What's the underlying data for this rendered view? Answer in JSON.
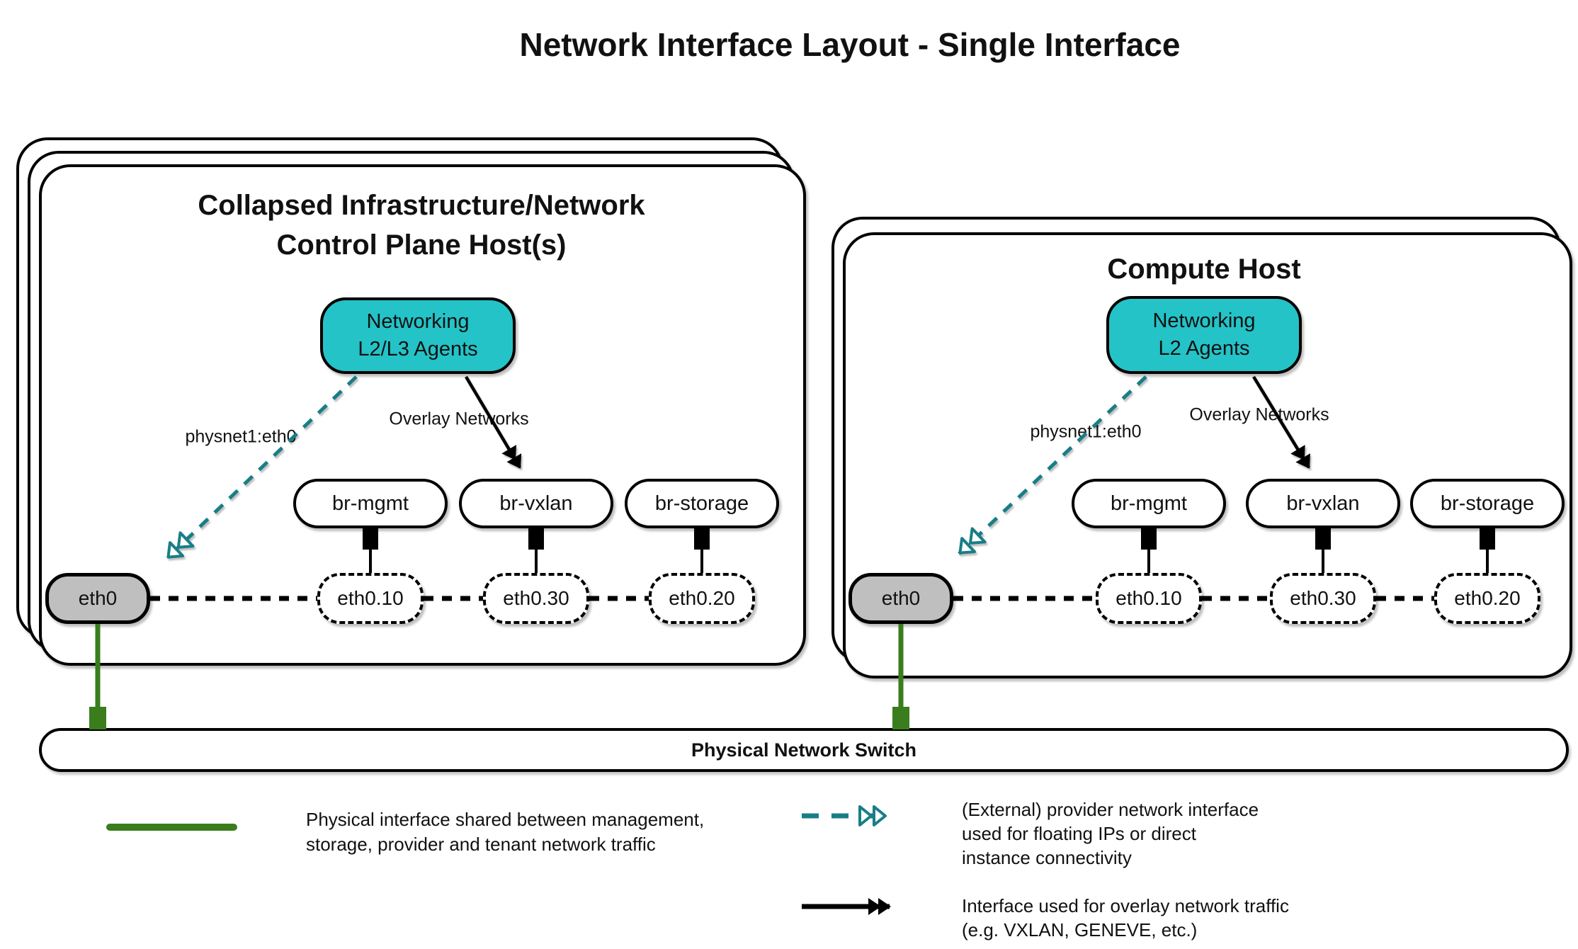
{
  "title": "Network Interface Layout - Single Interface",
  "hosts": [
    {
      "title_lines": [
        "Collapsed Infrastructure/Network",
        "Control Plane Host(s)"
      ],
      "agent_lines": [
        "Networking",
        "L2/L3 Agents"
      ],
      "provider_label": "physnet1:eth0",
      "overlay_label": "Overlay Networks",
      "bridges": [
        "br-mgmt",
        "br-vxlan",
        "br-storage"
      ],
      "phys_if": "eth0",
      "subifs": [
        "eth0.10",
        "eth0.30",
        "eth0.20"
      ]
    },
    {
      "title_lines": [
        "Compute Host"
      ],
      "agent_lines": [
        "Networking",
        "L2 Agents"
      ],
      "provider_label": "physnet1:eth0",
      "overlay_label": "Overlay Networks",
      "bridges": [
        "br-mgmt",
        "br-vxlan",
        "br-storage"
      ],
      "phys_if": "eth0",
      "subifs": [
        "eth0.10",
        "eth0.30",
        "eth0.20"
      ]
    }
  ],
  "switch": {
    "label": "Physical Network Switch"
  },
  "legend": {
    "items": [
      {
        "symbol": "green-solid-line",
        "lines": [
          "Physical interface shared between management,",
          "storage, provider and tenant network traffic"
        ]
      },
      {
        "symbol": "teal-dashed-arrow",
        "lines": [
          "(External) provider network interface",
          "used for floating IPs or direct",
          "instance connectivity"
        ]
      },
      {
        "symbol": "black-solid-arrow",
        "lines": [
          "Interface used for overlay network traffic",
          "(e.g. VXLAN, GENEVE, etc.)"
        ]
      }
    ]
  },
  "colors": {
    "teal_fill": "#24c3c7",
    "teal_dark": "#187e86",
    "green": "#3a7d1d",
    "gray_fill": "#bfbfbf"
  }
}
